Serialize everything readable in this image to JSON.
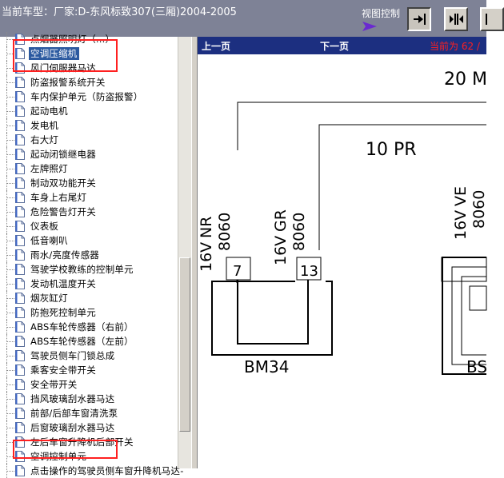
{
  "titlebar": {
    "title": "当前车型：厂家:D-东风标致307(三厢)2004-2005",
    "view_control": "视图控制"
  },
  "tree": {
    "items": [
      "点烟器照明灯（...）",
      "空调压缩机",
      "风门伺服器马达",
      "防盗报警系统开关",
      "车内保护单元（防盗报警）",
      "起动电机",
      "发电机",
      "右大灯",
      "起动闭锁继电器",
      "左牌照灯",
      "制动双功能开关",
      "车身上右尾灯",
      "危险警告灯开关",
      "仪表板",
      "低音喇叭",
      "雨水/亮度传感器",
      "驾驶学校教练的控制单元",
      "发动机温度开关",
      "烟灰缸灯",
      "防抱死控制单元",
      "ABS车轮传感器（右前）",
      "ABS车轮传感器（左前）",
      "驾驶员侧车门锁总成",
      "乘客安全带开关",
      "安全带开关",
      "挡风玻璃刮水器马达",
      "前部/后部车窗清洗泵",
      "后窗玻璃刮水器马达",
      "左后车窗升降机后部开关",
      "空调控制单元",
      "点击操作的驾驶员侧车窗升降机马达-"
    ],
    "selected_index": 1
  },
  "nav": {
    "prev": "上一页",
    "next": "下一页",
    "current": "当前为 62 /"
  },
  "diagram": {
    "labels": {
      "top_ref": "20 M",
      "connector_top": "10 PR",
      "wire1_volt": "16V",
      "wire1_color": "NR",
      "wire1_num": "8060",
      "wire2_volt": "16V",
      "wire2_color": "GR",
      "wire2_num": "8060",
      "wire3_volt": "16V",
      "wire3_color": "VE",
      "wire3_num": "8060",
      "pin1": "7",
      "pin2": "13",
      "box1": "BM34",
      "box2": "BS"
    }
  }
}
